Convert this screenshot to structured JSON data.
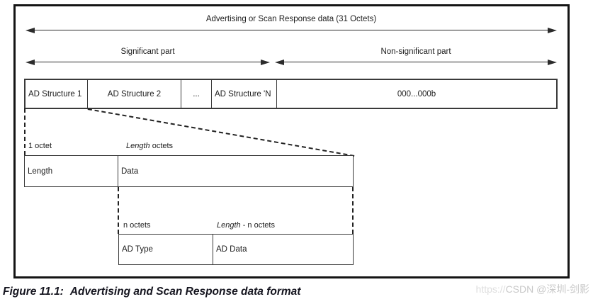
{
  "diagram": {
    "arrows": {
      "total": "Advertising or Scan Response data (31 Octets)",
      "significant": "Significant part",
      "non_significant": "Non-significant part"
    },
    "row1": {
      "cells": [
        "AD Structure 1",
        "AD Structure 2",
        "...",
        "AD Structure 'N",
        "000...000b"
      ]
    },
    "labels": {
      "one_octet": "1 octet",
      "length_octets_em": "Length",
      "length_octets_rest": " octets",
      "n_octets": "n octets",
      "length_n_em": "Length",
      "length_n_rest": " - n octets"
    },
    "row2": {
      "cells": [
        "Length",
        "Data"
      ]
    },
    "row3": {
      "cells": [
        "AD Type",
        "AD Data"
      ]
    }
  },
  "caption": {
    "figure_label": "Figure 11.1:",
    "title": "Advertising and Scan Response data format"
  },
  "watermark": {
    "prefix": "https://",
    "handle": "CSDN @深圳-剑影"
  },
  "colors": {
    "line": "#2b2b2b",
    "box_border": "#3a3a3a",
    "text": "#1c1c1c",
    "caption": "#15151f",
    "watermark": "#c9c9c9"
  }
}
